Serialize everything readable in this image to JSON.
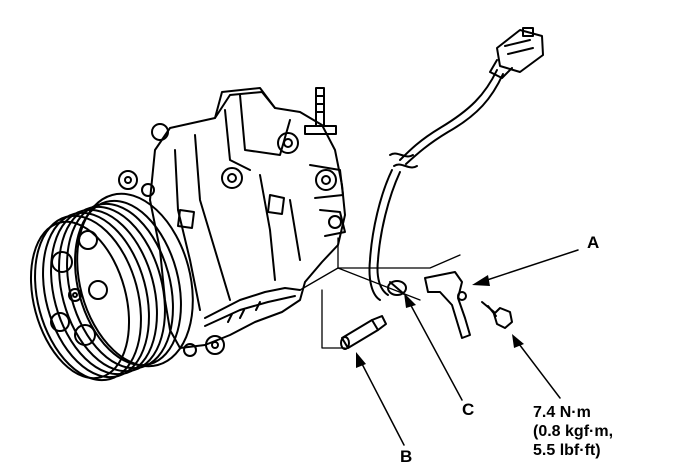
{
  "callouts": {
    "a": "A",
    "b": "B",
    "c": "C"
  },
  "torque": {
    "line1": "7.4 N·m",
    "line2": "(0.8 kgf·m,",
    "line3": "5.5 lbf·ft)"
  },
  "colors": {
    "ink": "#000000",
    "paper": "#ffffff"
  }
}
